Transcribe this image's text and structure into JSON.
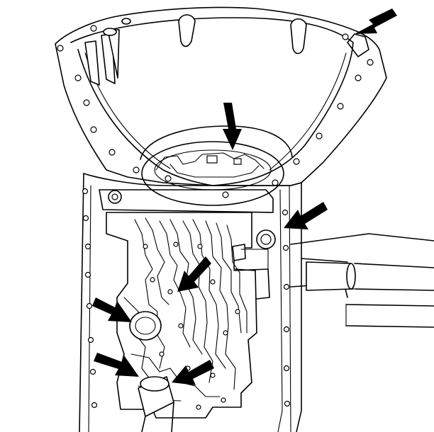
{
  "figure": {
    "subject": "transmission-case-valve-body-illustration",
    "line_color": "#000000",
    "background": "#ffffff",
    "callout_arrows": [
      "upper-right",
      "top-center",
      "right-middle",
      "center-valve-body",
      "left-middle",
      "bottom-left",
      "bottom-center"
    ]
  }
}
